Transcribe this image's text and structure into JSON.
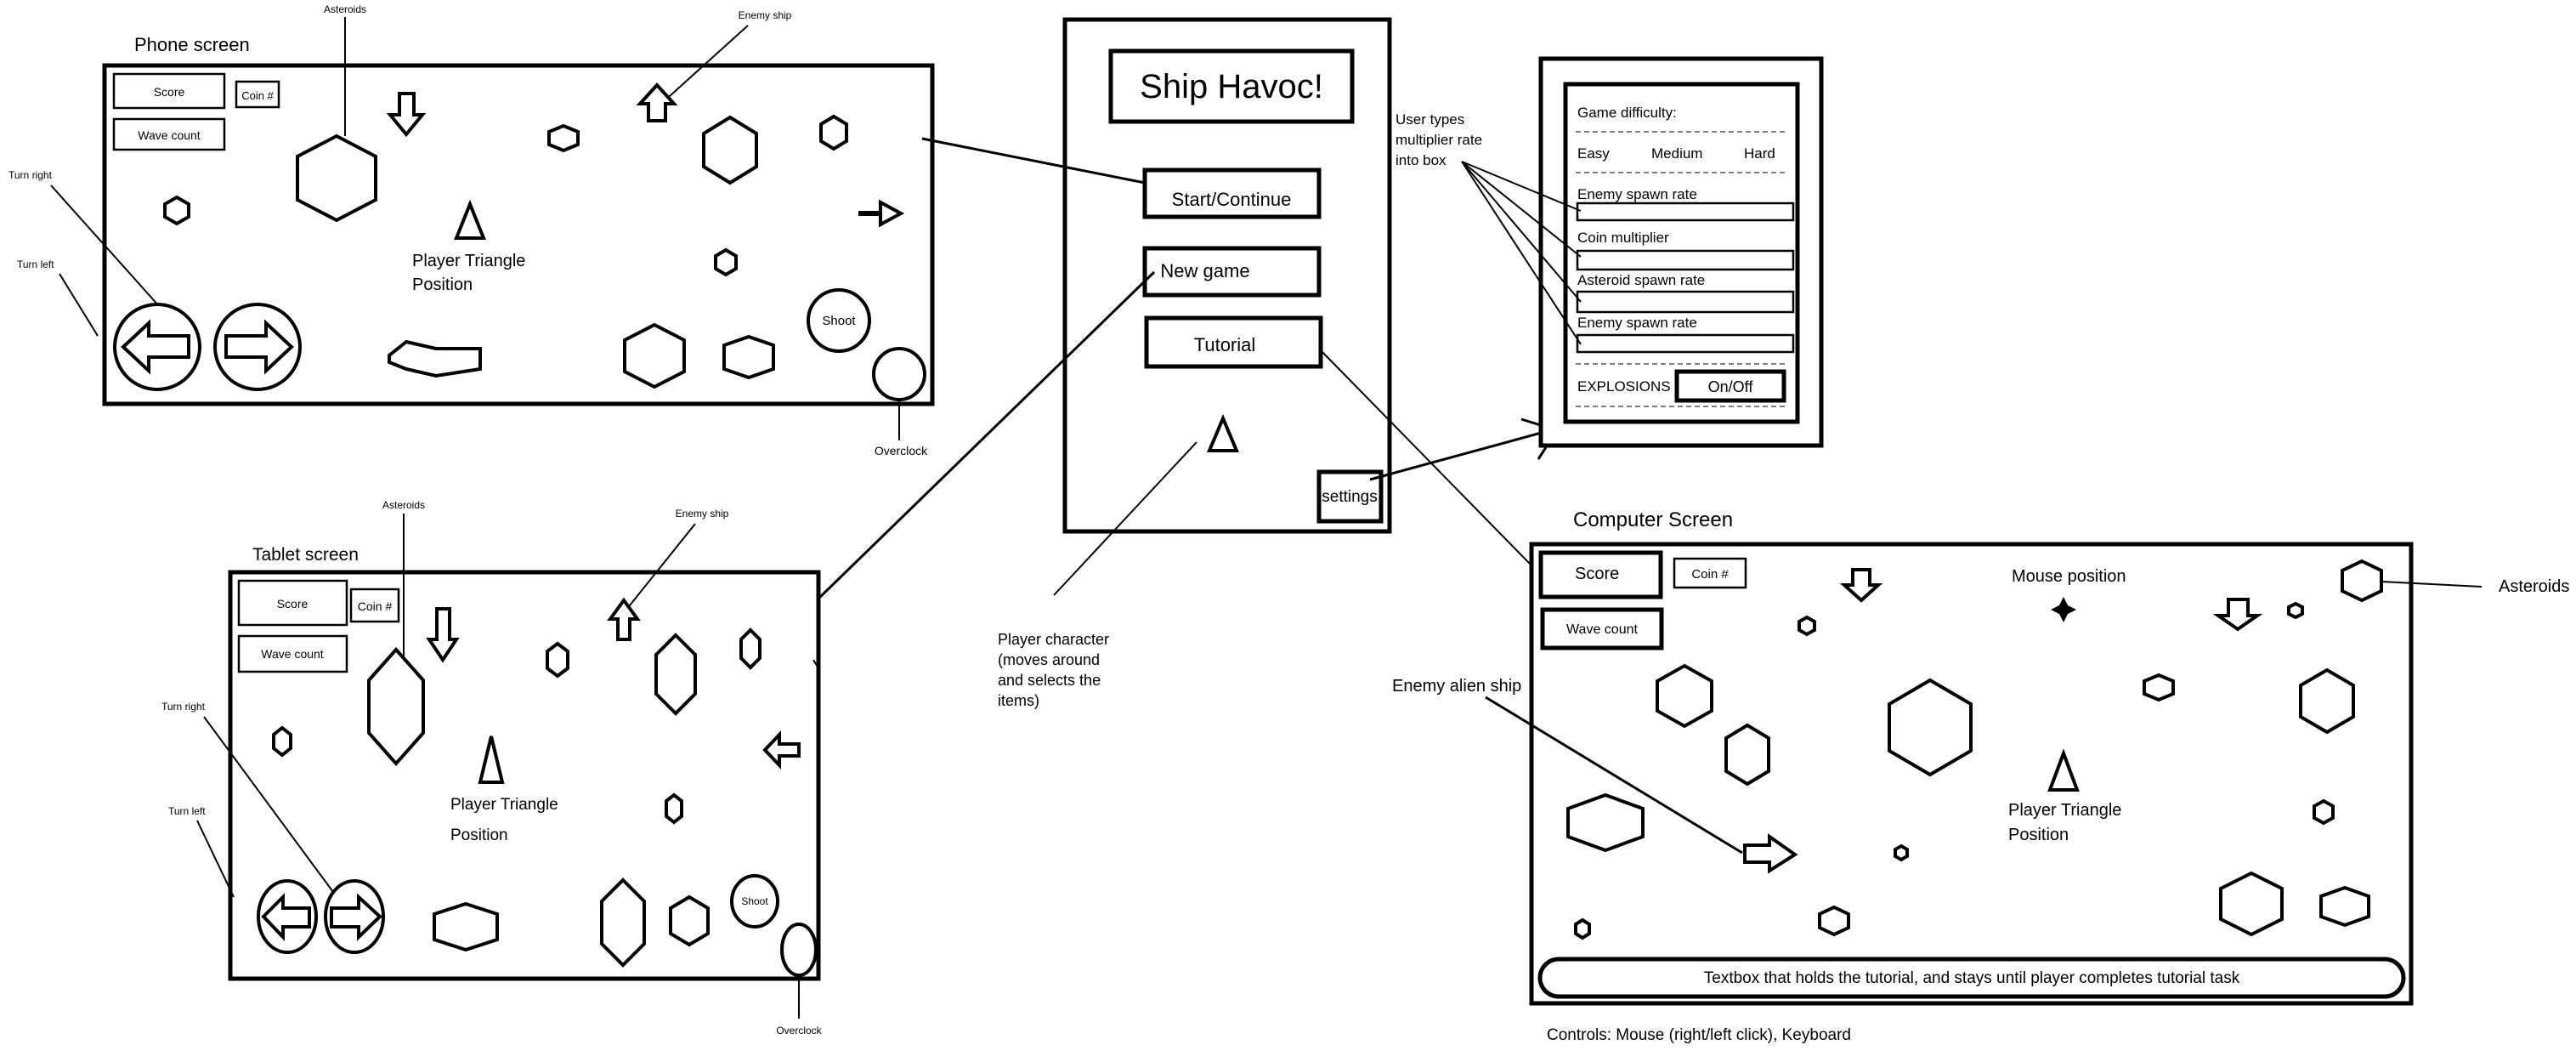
{
  "phone": {
    "title": "Phone screen",
    "score": "Score",
    "coin": "Coin #",
    "wave": "Wave count",
    "player_line1": "Player Triangle",
    "player_line2": "Position",
    "shoot": "Shoot",
    "note_asteroids": "Asteroids",
    "note_enemy": "Enemy ship",
    "note_turn_right": "Turn right",
    "note_turn_left": "Turn left",
    "note_overclock": "Overclock"
  },
  "tablet": {
    "title": "Tablet screen",
    "score": "Score",
    "coin": "Coin #",
    "wave": "Wave count",
    "player_line1": "Player Triangle",
    "player_line2": "Position",
    "shoot": "Shoot",
    "note_asteroids": "Asteroids",
    "note_enemy": "Enemy ship",
    "note_turn_right": "Turn right",
    "note_turn_left": "Turn left",
    "note_overclock": "Overclock"
  },
  "menu": {
    "title": "Ship Havoc!",
    "start": "Start/Continue",
    "new_game": "New game",
    "tutorial": "Tutorial",
    "settings": "settings",
    "player_note": [
      "Player character",
      "(moves around",
      "and selects the",
      "items)"
    ]
  },
  "settings_panel": {
    "difficulty": "Game difficulty:",
    "easy": "Easy",
    "medium": "Medium",
    "hard": "Hard",
    "enemy_spawn_1": "Enemy spawn rate",
    "coin_multiplier": "Coin multiplier",
    "asteroid_spawn": "Asteroid spawn rate",
    "enemy_spawn_2": "Enemy spawn rate",
    "explosions": "EXPLOSIONS",
    "toggle": "On/Off",
    "user_note": [
      "User types",
      "multiplier rate",
      "into box"
    ]
  },
  "computer": {
    "title": "Computer Screen",
    "score": "Score",
    "coin": "Coin #",
    "wave": "Wave count",
    "mouse_position": "Mouse position",
    "asteroids": "Asteroids",
    "enemy_alien": "Enemy alien ship",
    "player_line1": "Player Triangle",
    "player_line2": "Position",
    "tutorial_box": "Textbox that holds the tutorial, and stays until player completes tutorial task",
    "controls": "Controls: Mouse (right/left click), Keyboard"
  }
}
